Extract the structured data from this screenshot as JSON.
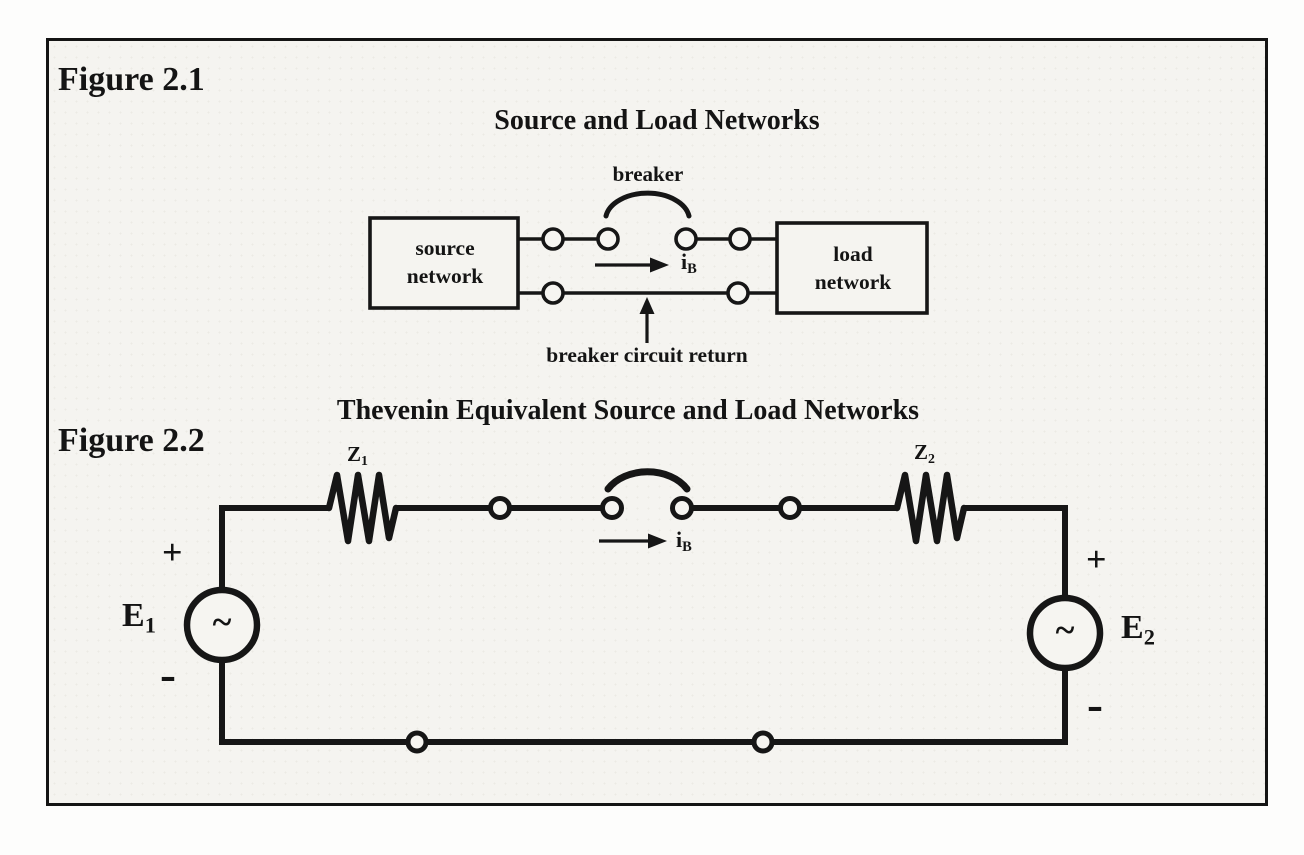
{
  "colors": {
    "ink": "#161616",
    "paper": "#f5f4f0",
    "bar": "#0c0c0c"
  },
  "figure1": {
    "label": "Figure 2.1",
    "title": "Source and Load Networks",
    "breaker_label": "breaker",
    "source_box": {
      "line1": "source",
      "line2": "network"
    },
    "load_box": {
      "line1": "load",
      "line2": "network"
    },
    "current": {
      "base": "i",
      "sub": "B"
    },
    "return_label": "breaker circuit return"
  },
  "figure2": {
    "label": "Figure 2.2",
    "title": "Thevenin Equivalent Source and Load Networks",
    "impedance1": {
      "base": "Z",
      "sub": "1"
    },
    "impedance2": {
      "base": "Z",
      "sub": "2"
    },
    "current": {
      "base": "i",
      "sub": "B"
    },
    "source1": {
      "name_base": "E",
      "name_sub": "1",
      "plus": "+",
      "minus": "-",
      "symbol": "~"
    },
    "source2": {
      "name_base": "E",
      "name_sub": "2",
      "plus": "+",
      "minus": "-",
      "symbol": "~"
    }
  }
}
